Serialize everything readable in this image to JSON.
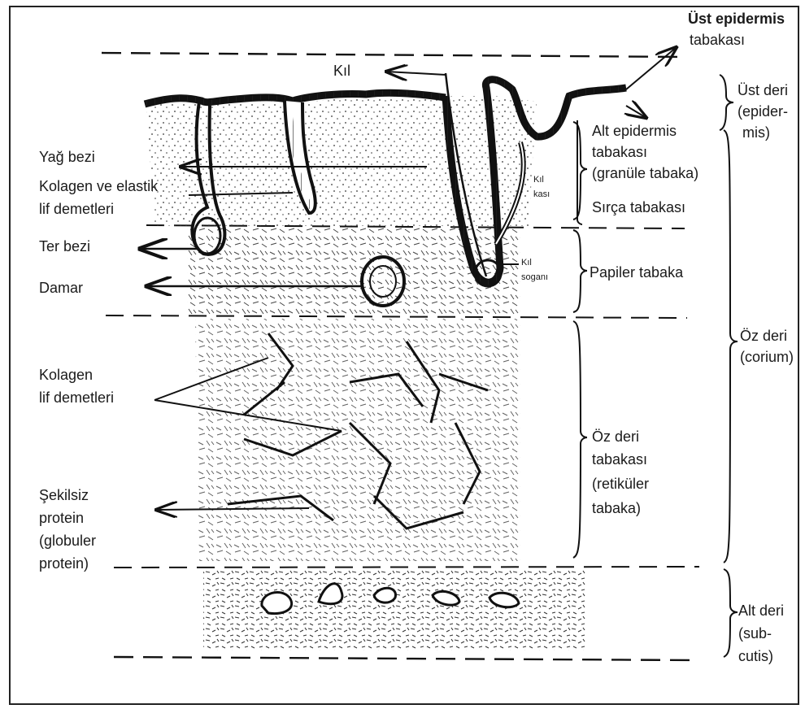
{
  "labels": {
    "ust_epidermis_1": "Üst epidermis",
    "ust_epidermis_2": "tabakası",
    "kil": "Kıl",
    "ust_deri_1": "Üst deri",
    "ust_deri_2": "(epider-",
    "ust_deri_3": "mis)",
    "alt_epidermis_1": "Alt epidermis",
    "alt_epidermis_2": "tabakası",
    "alt_epidermis_3": "(granüle tabaka)",
    "sirca": "Sırça tabakası",
    "kil_kasi_1": "Kıl",
    "kil_kasi_2": "kası",
    "kil_sogani_1": "Kıl",
    "kil_sogani_2": "soganı",
    "papiler": "Papiler tabaka",
    "yag_bezi": "Yağ bezi",
    "kolagen_elastik_1": "Kolagen ve elastik",
    "kolagen_elastik_2": "lif demetleri",
    "ter_bezi": "Ter bezi",
    "damar": "Damar",
    "kolagen_lif_1": "Kolagen",
    "kolagen_lif_2": "lif demetleri",
    "oz_deri_1": "Öz deri",
    "oz_deri_2": "(corium)",
    "oz_deri_tab_1": "Öz deri",
    "oz_deri_tab_2": "tabakası",
    "oz_deri_tab_3": "(retiküler",
    "oz_deri_tab_4": "tabaka)",
    "sekilsiz_1": "Şekilsiz",
    "sekilsiz_2": "protein",
    "sekilsiz_3": "(globuler",
    "sekilsiz_4": "protein)",
    "alt_deri_1": "Alt deri",
    "alt_deri_2": "(sub-",
    "alt_deri_3": "cutis)"
  }
}
